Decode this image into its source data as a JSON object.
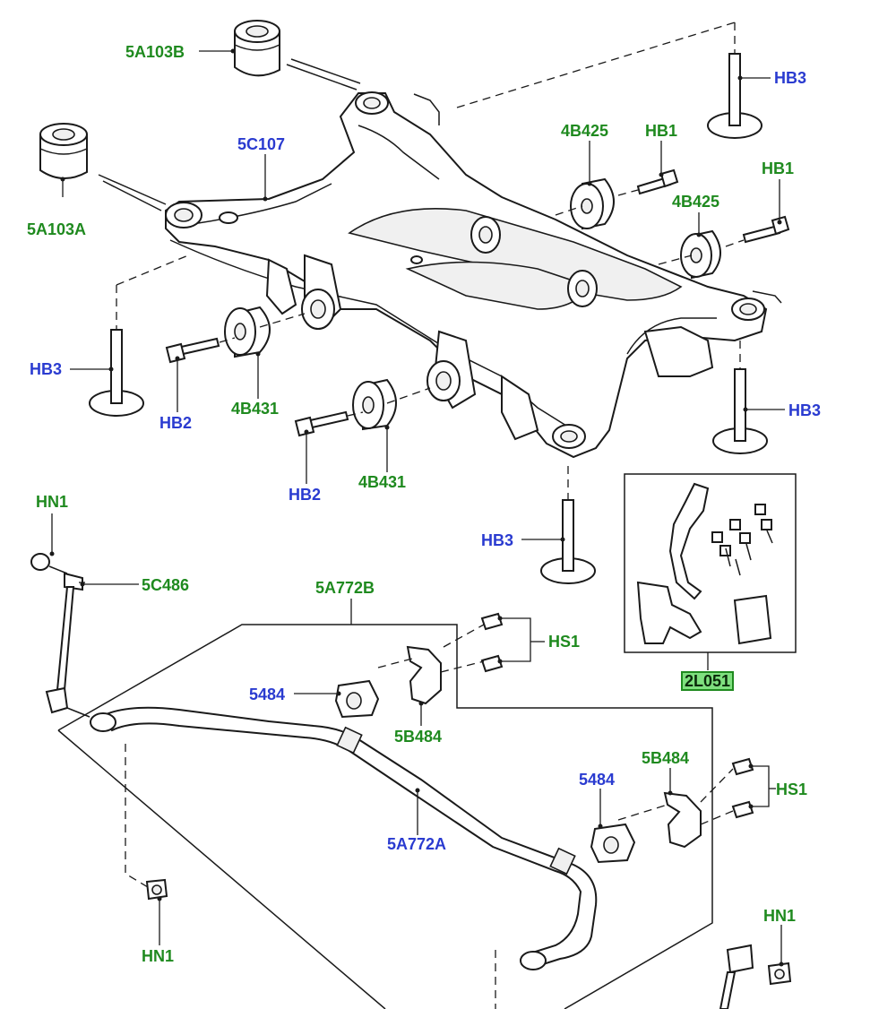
{
  "labels": {
    "l5a103b": "5A103B",
    "l5a103a": "5A103A",
    "l5c107": "5C107",
    "l4b425_a": "4B425",
    "l4b425_b": "4B425",
    "lhb1_a": "HB1",
    "lhb1_b": "HB1",
    "lhb3_tr": "HB3",
    "lhb3_l": "HB3",
    "lhb3_r": "HB3",
    "lhb3_c": "HB3",
    "lhb2_a": "HB2",
    "lhb2_b": "HB2",
    "l4b431_a": "4B431",
    "l4b431_b": "4B431",
    "lhn1_tl": "HN1",
    "lhn1_bl": "HN1",
    "lhn1_br": "HN1",
    "l5c486": "5C486",
    "l5a772b": "5A772B",
    "l5a772a": "5A772A",
    "lhs1_a": "HS1",
    "lhs1_b": "HS1",
    "l5484_a": "5484",
    "l5484_b": "5484",
    "l5b484_a": "5B484",
    "l5b484_b": "5B484",
    "l2l051": "2L051"
  },
  "colors": {
    "label_green": "#1f8a1f",
    "label_blue": "#2a3bd0",
    "kit_badge_fill": "#7fe07f"
  }
}
